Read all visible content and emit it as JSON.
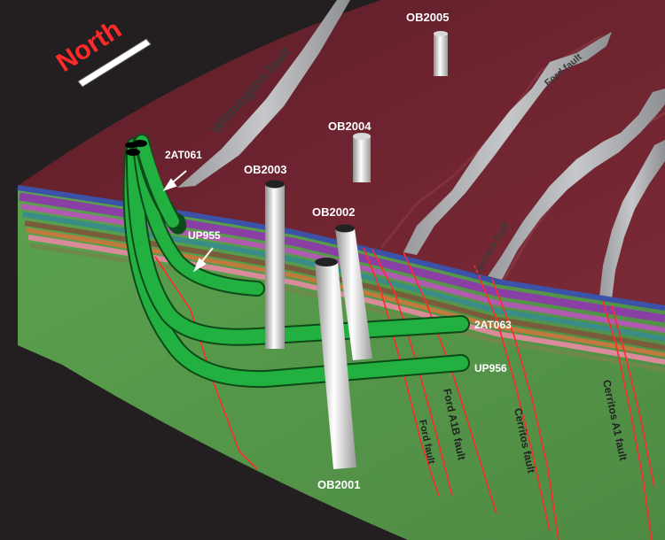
{
  "compass": {
    "label": "North"
  },
  "faults": {
    "wilmington": "Wilmington fault",
    "ford_top": "Ford fault",
    "cerritos_top": "Cerritos fault",
    "ford": "Ford fault",
    "ford_a1b": "Ford A1B fault",
    "cerritos": "Cerritos fault",
    "cerritos_a1": "Cerritos A1 fault"
  },
  "observation_wells": {
    "ob2001": "OB2001",
    "ob2002": "OB2002",
    "ob2003": "OB2003",
    "ob2004": "OB2004",
    "ob2005": "OB2005"
  },
  "horizontal_wells": {
    "at061": "2AT061",
    "up955": "UP955",
    "at063": "2AT063",
    "up956": "UP956"
  },
  "colors": {
    "background": "#231f20",
    "surface": "#6e2430",
    "fault_plane": "#a9aaad",
    "lower_block": "#5e9a4e",
    "well_green": "#1fa63a",
    "well_gray": "#e4e4e4",
    "fault_line": "#ff2a2a",
    "north_text": "#ff2a2a"
  }
}
